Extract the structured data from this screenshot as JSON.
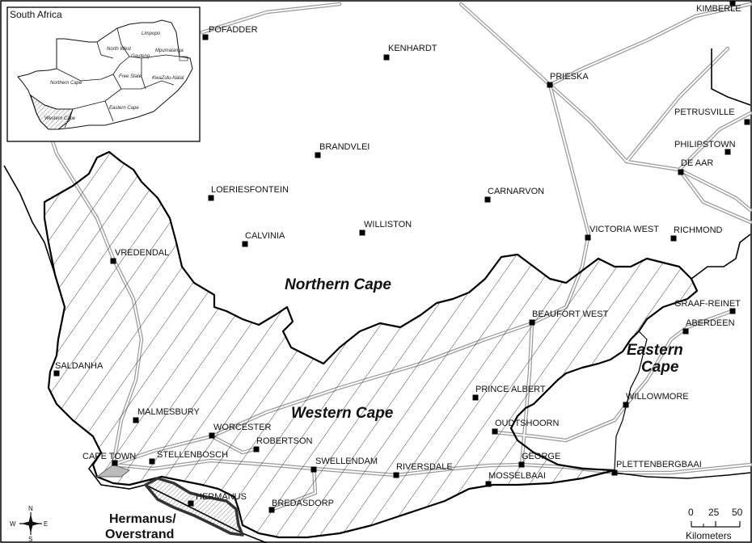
{
  "map": {
    "regions": {
      "northern_cape": "Northern Cape",
      "western_cape": "Western Cape",
      "eastern_cape_line1": "Eastern",
      "eastern_cape_line2": "Cape",
      "hermanus_line1": "Hermanus/",
      "hermanus_line2": "Overstrand"
    },
    "towns": [
      {
        "id": "pofadder",
        "name": "POFADDER"
      },
      {
        "id": "kenhardt",
        "name": "KENHARDT"
      },
      {
        "id": "kimberley",
        "name": "KIMBERLE"
      },
      {
        "id": "prieska",
        "name": "PRIESKA"
      },
      {
        "id": "petrusville",
        "name": "PETRUSVILLE"
      },
      {
        "id": "philipstown",
        "name": "PHILIPSTOWN"
      },
      {
        "id": "de-aar",
        "name": "DE AAR"
      },
      {
        "id": "brandvlei",
        "name": "BRANDVLEI"
      },
      {
        "id": "loeriesfontein",
        "name": "LOERIESFONTEIN"
      },
      {
        "id": "carnarvon",
        "name": "CARNARVON"
      },
      {
        "id": "williston",
        "name": "WILLISTON"
      },
      {
        "id": "calvinia",
        "name": "CALVINIA"
      },
      {
        "id": "victoria-west",
        "name": "VICTORIA WEST"
      },
      {
        "id": "richmond",
        "name": "RICHMOND"
      },
      {
        "id": "vredendal",
        "name": "VREDENDAL"
      },
      {
        "id": "graaff-reinet",
        "name": "GRAAF-REINET"
      },
      {
        "id": "beaufort-west",
        "name": "BEAUFORT WEST"
      },
      {
        "id": "aberdeen",
        "name": "ABERDEEN"
      },
      {
        "id": "saldanha",
        "name": "SALDANHA"
      },
      {
        "id": "prince-albert",
        "name": "PRINCE ALBERT"
      },
      {
        "id": "willowmore",
        "name": "WILLOWMORE"
      },
      {
        "id": "malmesbury",
        "name": "MALMESBURY"
      },
      {
        "id": "worcester",
        "name": "WORCESTER"
      },
      {
        "id": "oudtshoorn",
        "name": "OUDTSHOORN"
      },
      {
        "id": "robertson",
        "name": "ROBERTSON"
      },
      {
        "id": "cape-town",
        "name": "CAPE TOWN"
      },
      {
        "id": "stellenbosch",
        "name": "STELLENBOSCH"
      },
      {
        "id": "george",
        "name": "GEORGE"
      },
      {
        "id": "swellendam",
        "name": "SWELLENDAM"
      },
      {
        "id": "riversdale",
        "name": "RIVERSDALE"
      },
      {
        "id": "plettenbergbaai",
        "name": "PLETTENBERGBAAI"
      },
      {
        "id": "mosselbaai",
        "name": "MOSSELBAAI"
      },
      {
        "id": "hermanus",
        "name": "HERMANUS"
      },
      {
        "id": "bredasdorp",
        "name": "BREDASDORP"
      }
    ]
  },
  "inset": {
    "title": "South Africa",
    "provinces": [
      "Limpopo",
      "Gauteng",
      "Mpumalanga",
      "North West",
      "Free State",
      "KwaZulu-Natal",
      "Northern Cape",
      "Eastern Cape",
      "Western Cape"
    ]
  },
  "compass": {
    "n": "N",
    "s": "S",
    "e": "E",
    "w": "W"
  },
  "scale": {
    "ticks": [
      "0",
      "25",
      "50"
    ],
    "unit": "Kilometers"
  }
}
